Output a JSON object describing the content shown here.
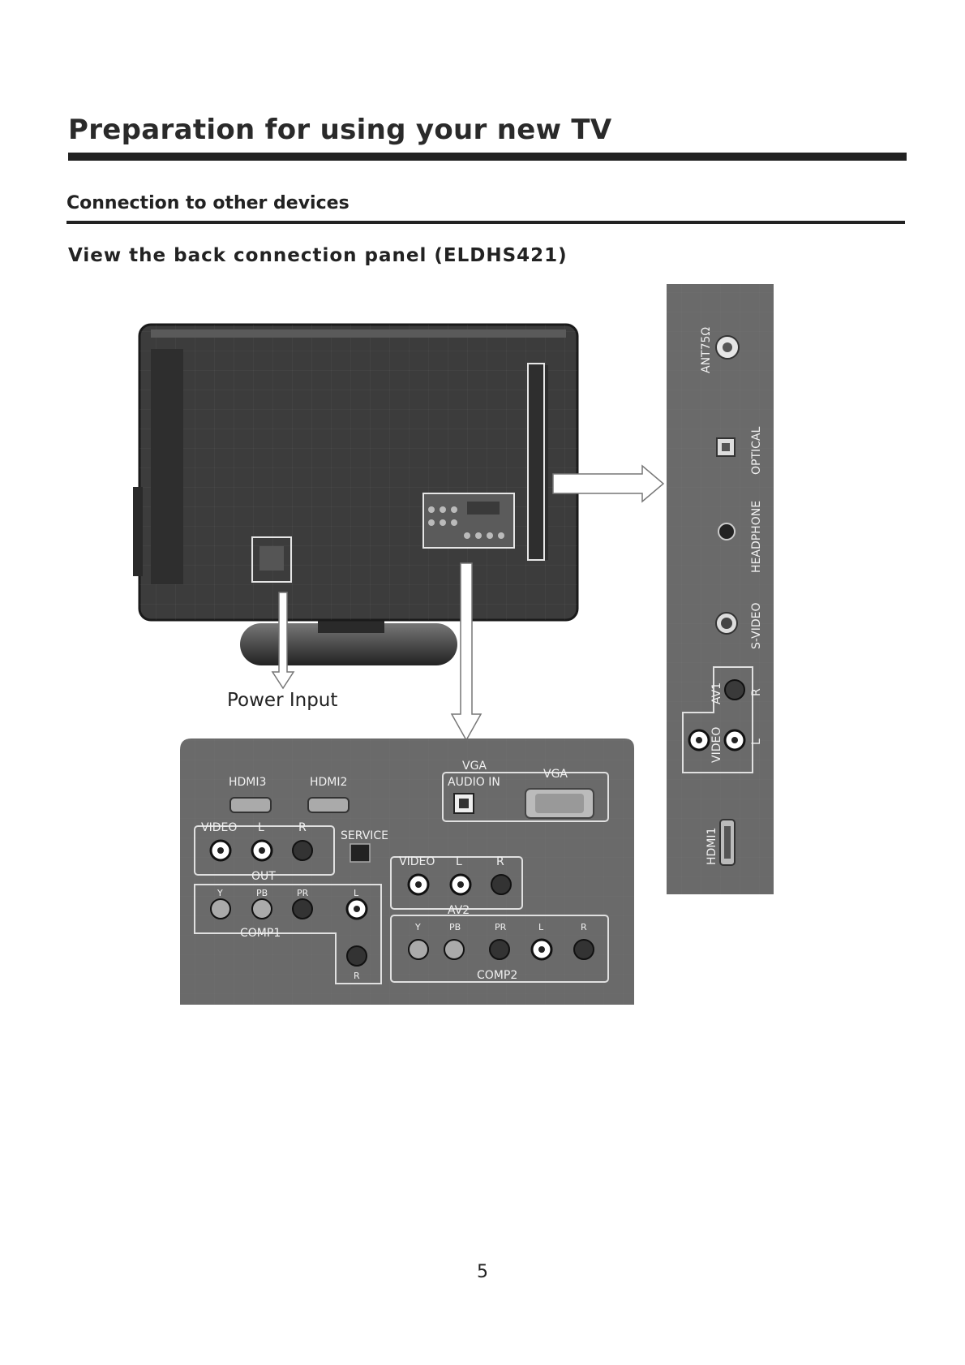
{
  "page": {
    "title": "Preparation for using your new TV",
    "section": "Connection to other devices",
    "subsection": "View the back connection panel (ELDHS421)",
    "page_number": "5"
  },
  "figure": {
    "callout_power": "Power Input",
    "side_panel": {
      "ant": "ANT75Ω",
      "optical": "OPTICAL",
      "headphone": "HEADPHONE",
      "svideo": "S-VIDEO",
      "av1": "AV1",
      "r": "R",
      "video": "VIDEO",
      "l": "L",
      "hdmi1": "HDMI1"
    },
    "bottom_panel": {
      "hdmi3": "HDMI3",
      "hdmi2": "HDMI2",
      "vga_audio_top": "VGA",
      "audio_in": "AUDIO IN",
      "vga": "VGA",
      "video": "VIDEO",
      "l": "L",
      "r": "R",
      "service": "SERVICE",
      "out": "OUT",
      "y": "Y",
      "pb": "PB",
      "pr": "PR",
      "comp1": "COMP1",
      "av2": "AV2",
      "comp2": "COMP2"
    },
    "colors": {
      "panel_bg": "#6a6a6a",
      "tv_body": "#3c3c3c",
      "label": "#f0f0f0"
    }
  }
}
